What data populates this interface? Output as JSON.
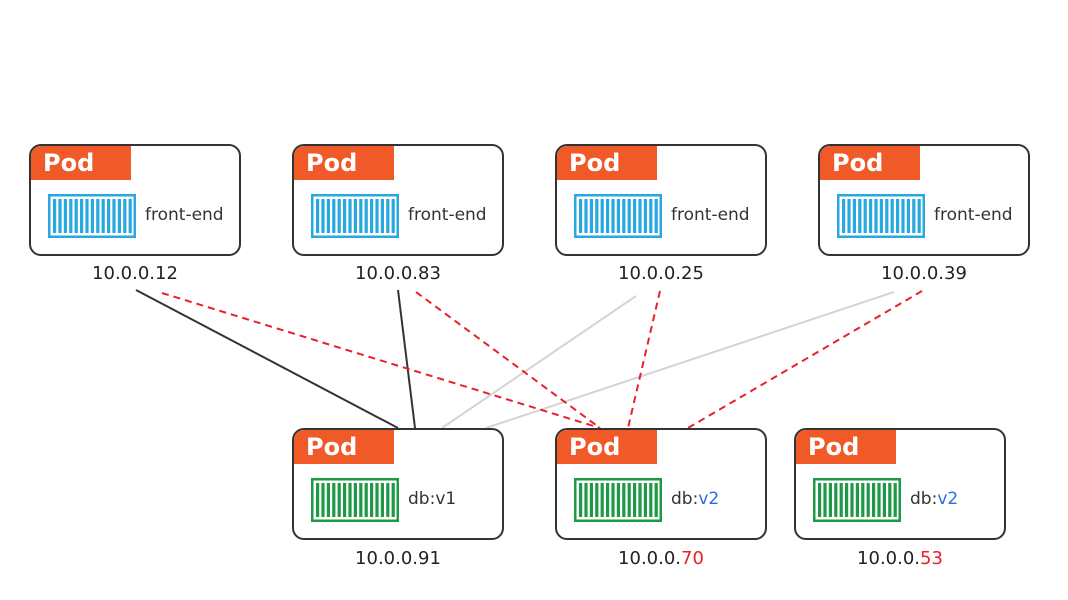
{
  "colors": {
    "pod_tag": "#f05a28",
    "frontend_container": "#29a8e0",
    "db_container": "#1e9a46",
    "active_link": "#333333",
    "inactive_link": "#d4d4d4",
    "v2_link": "#e8202a",
    "version_text": "#2a6ee0",
    "ip_highlight": "#e8202a"
  },
  "frontend_pods": [
    {
      "tag": "Pod",
      "label": "front-end",
      "ip": "10.0.0.12"
    },
    {
      "tag": "Pod",
      "label": "front-end",
      "ip": "10.0.0.83"
    },
    {
      "tag": "Pod",
      "label": "front-end",
      "ip": "10.0.0.25"
    },
    {
      "tag": "Pod",
      "label": "front-end",
      "ip": "10.0.0.39"
    }
  ],
  "db_pods": [
    {
      "tag": "Pod",
      "label_name": "db:",
      "label_version": "v1",
      "ip_prefix": "10.0.0.91",
      "ip_suffix": ""
    },
    {
      "tag": "Pod",
      "label_name": "db:",
      "label_version": "v2",
      "ip_prefix": "10.0.0.",
      "ip_suffix": "70"
    },
    {
      "tag": "Pod",
      "label_name": "db:",
      "label_version": "v2",
      "ip_prefix": "10.0.0.",
      "ip_suffix": "53"
    }
  ],
  "connections": [
    {
      "from": "10.0.0.12",
      "to": "10.0.0.91",
      "style": "active"
    },
    {
      "from": "10.0.0.83",
      "to": "10.0.0.91",
      "style": "active"
    },
    {
      "from": "10.0.0.25",
      "to": "10.0.0.91",
      "style": "inactive"
    },
    {
      "from": "10.0.0.39",
      "to": "10.0.0.91",
      "style": "inactive"
    },
    {
      "from": "10.0.0.12",
      "to": "10.0.0.70",
      "style": "v2"
    },
    {
      "from": "10.0.0.83",
      "to": "10.0.0.70",
      "style": "v2"
    },
    {
      "from": "10.0.0.25",
      "to": "10.0.0.70",
      "style": "v2"
    },
    {
      "from": "10.0.0.39",
      "to": "10.0.0.70",
      "style": "v2"
    }
  ]
}
